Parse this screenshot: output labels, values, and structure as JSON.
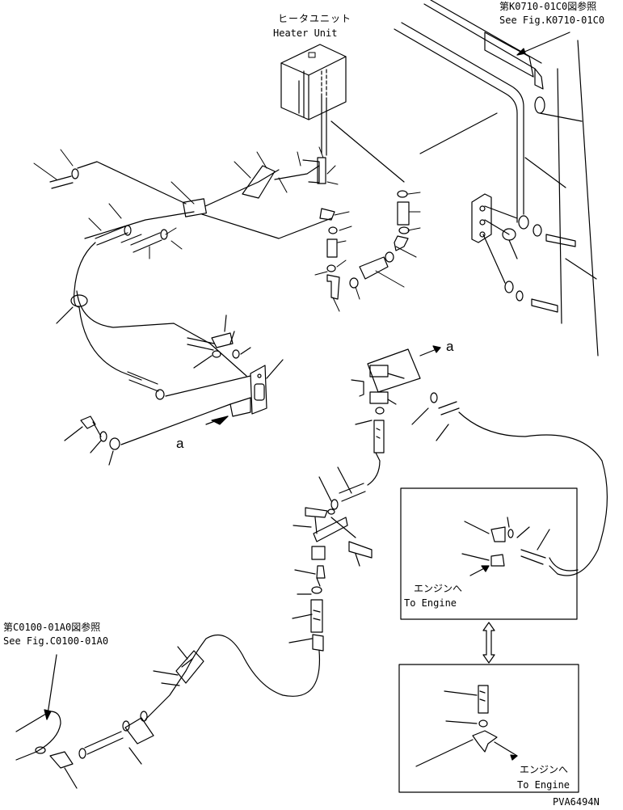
{
  "heater": {
    "label_jp": "ヒータユニット",
    "label_en": "Heater Unit"
  },
  "ref_top": {
    "label_jp": "第K0710-01C0図参照",
    "label_en": "See Fig.K0710-01C0"
  },
  "ref_bottom": {
    "label_jp": "第C0100-01A0図参照",
    "label_en": "See Fig.C0100-01A0"
  },
  "marker_a": "a",
  "inset_top": {
    "label_jp": "エンジンへ",
    "label_en": "To Engine"
  },
  "inset_bottom": {
    "label_jp": "エンジンへ",
    "label_en": "To Engine"
  },
  "drawing_code": "PVA6494N"
}
